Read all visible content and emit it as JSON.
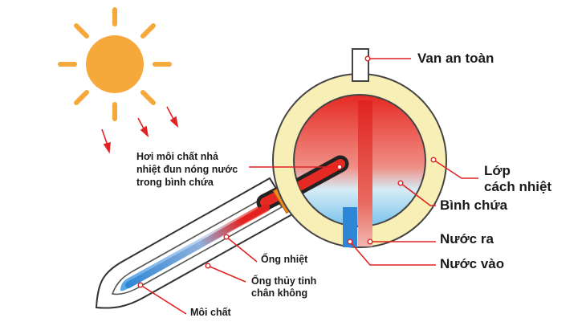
{
  "labels": {
    "safety_valve": "Van an toàn",
    "insulation_line1": "Lớp",
    "insulation_line2": "cách nhiệt",
    "tank": "Bình chứa",
    "water_out": "Nước ra",
    "water_in": "Nước vào",
    "vapor_line1": "Hơi môi chất nhả",
    "vapor_line2": "nhiệt đun nóng nước",
    "vapor_line3": "trong bình chứa",
    "heat_pipe": "Ống nhiệt",
    "glass_tube_line1": "Ống thủy tinh",
    "glass_tube_line2": "chân không",
    "medium": "Môi chất"
  },
  "icons": [
    "sun-icon",
    "sun-ray-arrow-icon"
  ],
  "colors": {
    "sun": "#f7a83a",
    "arrow_red": "#e02323",
    "hot_red": "#e5231f",
    "cold_blue": "#2e86d6",
    "insulation_yellow": "#f8efb6",
    "tank_outline": "#444444",
    "orange_seal": "#f28a1c"
  }
}
